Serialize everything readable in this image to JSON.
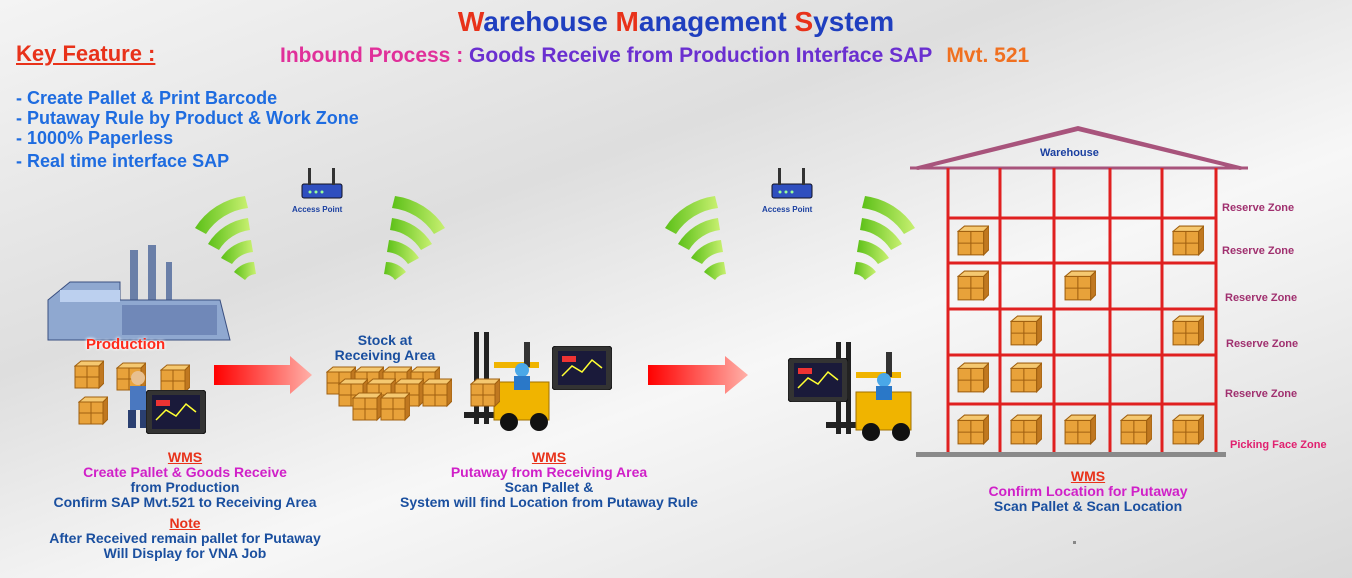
{
  "title": {
    "w": "W",
    "arehouse": "arehouse ",
    "m": "M",
    "anagement": "anagement ",
    "s": "S",
    "ystem": "ystem"
  },
  "subtitle": {
    "part1": "Inbound Process : ",
    "part2": "Goods Receive from Production Interface SAP",
    "part3": "Mvt. 521"
  },
  "key_feature": "Key Feature :",
  "features": [
    "- Create Pallet & Print Barcode",
    "- Putaway Rule by Product & Work Zone",
    "- 1000% Paperless",
    "- Real time interface SAP"
  ],
  "access_point_label": "Access Point",
  "production_label": "Production",
  "stock_label": {
    "line1": "Stock at",
    "line2": "Receiving Area"
  },
  "warehouse_label": "Warehouse",
  "zones": [
    "Reserve Zone",
    "Reserve Zone",
    "Reserve Zone",
    "Reserve Zone",
    "Reserve Zone",
    "Picking Face Zone"
  ],
  "caption1": {
    "wms": "WMS",
    "line1": "Create Pallet & Goods Receive",
    "line2": "from Production",
    "line3": "Confirm SAP Mvt.521 to Receiving Area",
    "note": "Note",
    "note1": "After Received remain pallet for Putaway",
    "note2": "Will Display for VNA Job"
  },
  "caption2": {
    "wms": "WMS",
    "line1": "Putaway from Receiving Area",
    "line2": "Scan Pallet &",
    "line3": "System will find Location from Putaway Rule"
  },
  "caption3": {
    "wms": "WMS",
    "line1": "Confirm Location for Putaway",
    "line2": "Scan Pallet & Scan Location"
  },
  "colors": {
    "title_blue": "#1f3fbf",
    "accent_red": "#e8321a",
    "feature_blue": "#1e6ce0",
    "rack_red": "#e02020",
    "pink": "#d020c8"
  }
}
